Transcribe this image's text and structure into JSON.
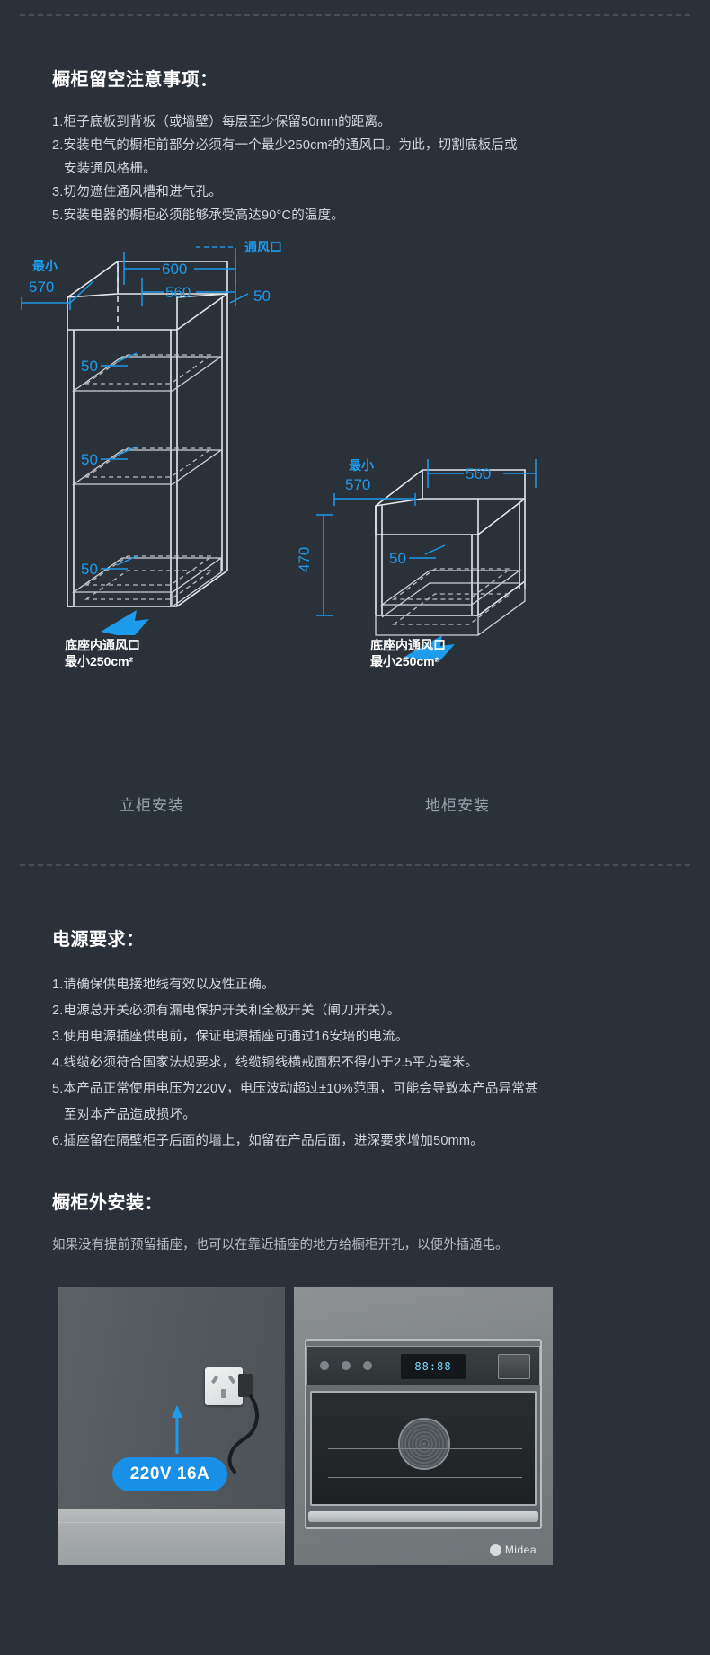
{
  "page": {
    "background_color": "#2b3139",
    "accent_color": "#1890e8",
    "text_color": "#d3d7dd"
  },
  "section_cabinet": {
    "heading": "橱柜留空注意事项：",
    "lines": [
      "1.柜子底板到背板（或墙壁）每层至少保留50mm的距离。",
      "2.安装电气的橱柜前部分必须有一个最少250cm²的通风口。为此，切割底板后或",
      "安装通风格栅。",
      "3.切勿遮住通风槽和进气孔。",
      "5.安装电器的橱柜必须能够承受高达90°C的温度。"
    ]
  },
  "diagram_tall": {
    "caption": "立柜安装",
    "labels": {
      "vent_top": "通风口",
      "min": "最小",
      "depth": "570",
      "width_outer": "600",
      "width_inner": "560",
      "back_gap": "50",
      "shelf_gap_1": "50",
      "shelf_gap_2": "50",
      "shelf_gap_3": "50",
      "base_vent_line1": "底座内通风口",
      "base_vent_line2": "最小250cm²"
    }
  },
  "diagram_base": {
    "caption": "地柜安装",
    "labels": {
      "min": "最小",
      "depth": "570",
      "width_inner": "560",
      "height": "470",
      "back_gap": "50",
      "base_vent_line1": "底座内通风口",
      "base_vent_line2": "最小250cm²"
    }
  },
  "section_power": {
    "heading": "电源要求：",
    "lines": [
      "1.请确保供电接地线有效以及性正确。",
      "2.电源总开关必须有漏电保护开关和全极开关（闸刀开关）。",
      "3.使用电源插座供电前，保证电源插座可通过16安培的电流。",
      "4.线缆必须符合国家法规要求，线缆铜线横戒面积不得小于2.5平方毫米。",
      "5.本产品正常使用电压为220V，电压波动超过±10%范围，可能会导致本产品异常甚",
      "至对本产品造成损坏。",
      "6.插座留在隔壁柜子后面的墙上，如留在产品后面，进深要求增加50mm。"
    ]
  },
  "section_outside": {
    "heading": "橱柜外安装：",
    "description": "如果没有提前预留插座，也可以在靠近插座的地方给橱柜开孔，以便外插通电。"
  },
  "photo": {
    "callout_badge": "220V 16A",
    "oven_display": "-88:88-",
    "brand_name": "Midea"
  }
}
